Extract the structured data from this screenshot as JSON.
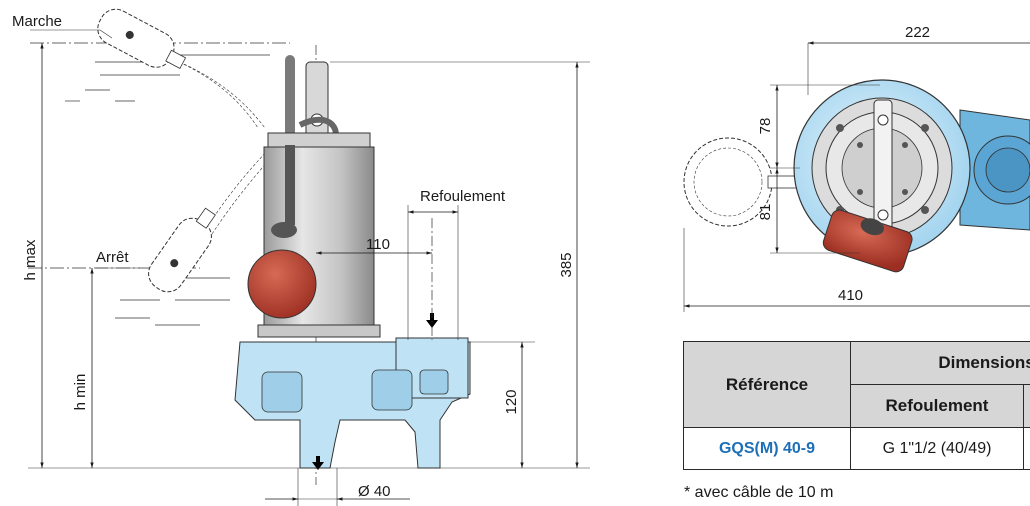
{
  "side_view": {
    "labels": {
      "marche": "Marche",
      "arret": "Arrêt",
      "h_max": "h max",
      "h_min": "h min",
      "refoulement": "Refoulement",
      "dim_110": "110",
      "dim_385": "385",
      "dim_120": "120",
      "dim_diameter": "Ø 40"
    }
  },
  "top_view": {
    "labels": {
      "dim_222": "222",
      "dim_78": "78",
      "dim_81": "81",
      "dim_410": "410"
    }
  },
  "table": {
    "header_reference": "Référence",
    "header_dimensions": "Dimensions",
    "header_refoulement": "Refoulement",
    "row_reference": "GQS(M) 40-9",
    "row_refoulement": "G 1\"1/2 (40/49)"
  },
  "footnote": "* avec câble de 10 m",
  "colors": {
    "pump_body_blue": "#bfe3f5",
    "float_red": "#b8402f",
    "table_header_gray": "#d6d6d6",
    "reference_blue": "#1d6fb8"
  }
}
